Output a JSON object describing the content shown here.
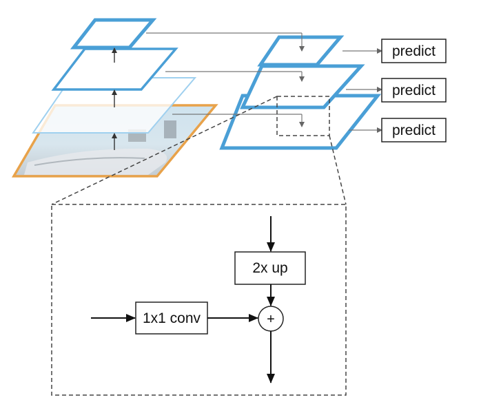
{
  "pyramid": {
    "predict_labels": [
      "predict",
      "predict",
      "predict"
    ]
  },
  "detail": {
    "upsample_label": "2x up",
    "lateral_label": "1x1 conv",
    "merge_symbol": "+"
  },
  "colors": {
    "pyramid_blue": "#4a9fd6",
    "image_frame_orange": "#e8a24a",
    "light_blue": "#9fd0ef"
  }
}
